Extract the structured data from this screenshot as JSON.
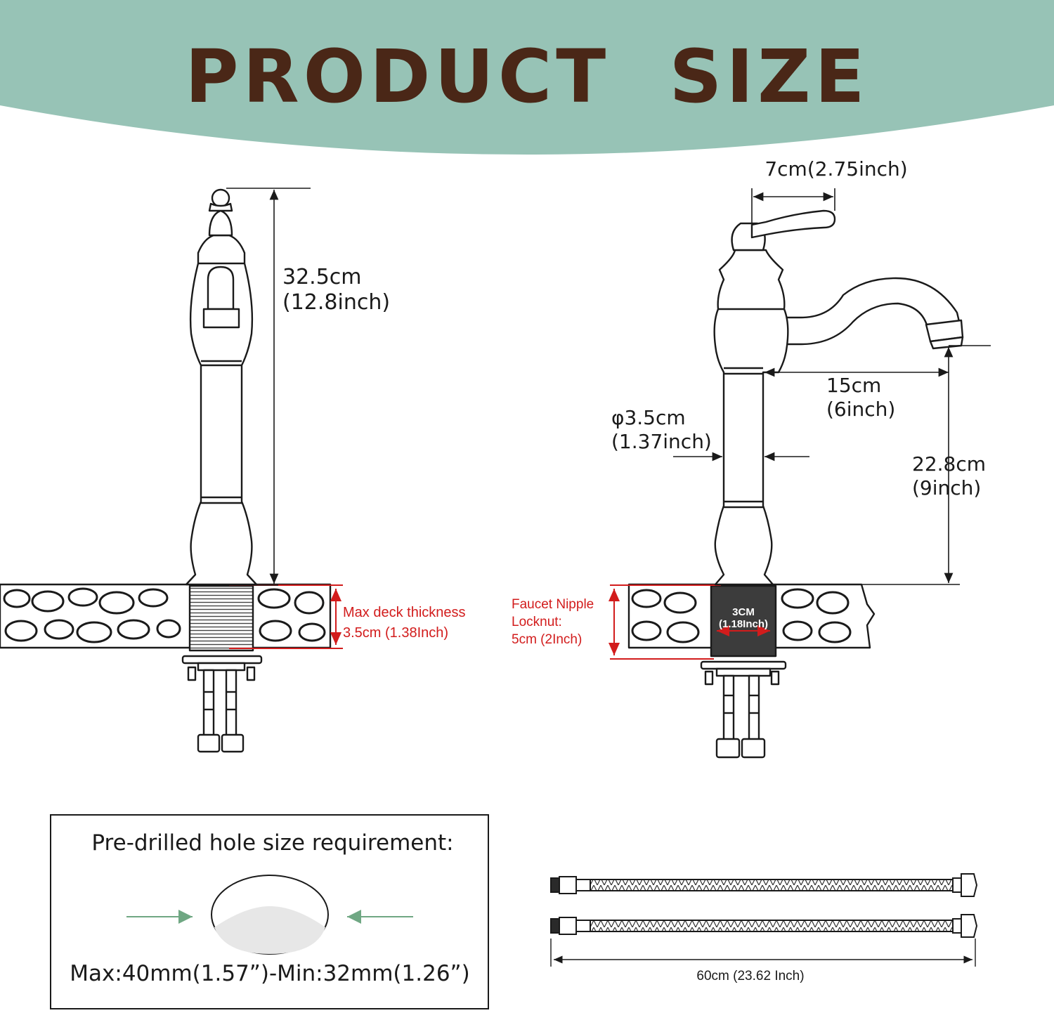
{
  "colors": {
    "banner": "#97c3b6",
    "title": "#4a2717",
    "accent_red": "#d21c1c",
    "line": "#1a1a1a",
    "arrow_green": "#6fa783",
    "hole_fill": "#e7e7e7"
  },
  "banner": {
    "title": "PRODUCT  SIZE"
  },
  "left_view": {
    "height_cm": "32.5cm",
    "height_in": "(12.8inch)",
    "deck_label_1": "Max deck thickness",
    "deck_label_2": "3.5cm (1.38Inch)"
  },
  "right_view": {
    "handle_width": "7cm(2.75inch)",
    "reach_cm": "15cm",
    "reach_in": "(6inch)",
    "diameter_cm": "φ3.5cm",
    "diameter_in": "(1.37inch)",
    "spout_height_cm": "22.8cm",
    "spout_height_in": "(9inch)",
    "nipple_label_1": "Faucet Nipple",
    "nipple_label_2": "Locknut:",
    "nipple_label_3": "5cm (2Inch)",
    "nipple_size_1": "3CM",
    "nipple_size_2": "(1.18Inch)"
  },
  "hole_box": {
    "heading": "Pre-drilled hole size requirement:",
    "range": "Max:40mm(1.57”)-Min:32mm(1.26”)"
  },
  "hoses": {
    "length": "60cm (23.62 Inch)"
  }
}
